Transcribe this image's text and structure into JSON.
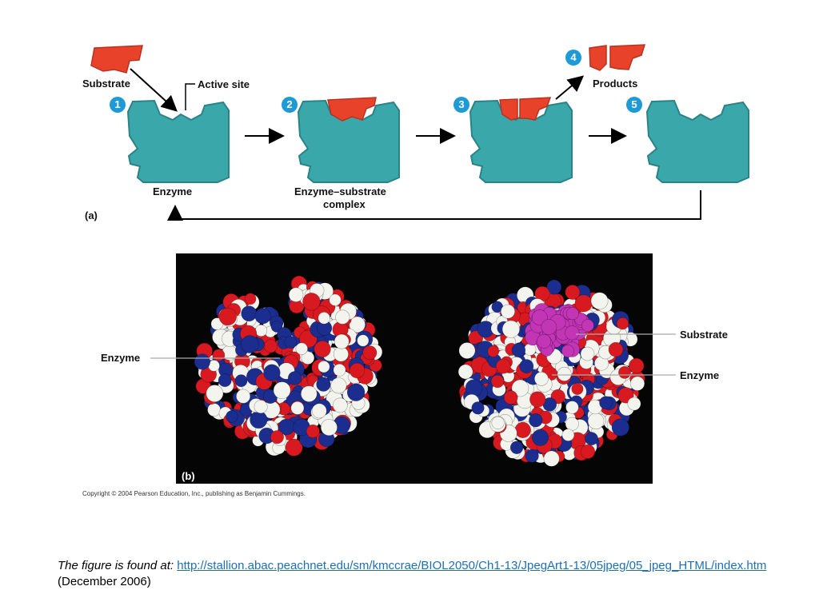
{
  "colors": {
    "enzyme": "#3aa7aa",
    "enzyme_dark": "#2a8386",
    "substrate": "#e8432a",
    "step_circle": "#1e9bd7",
    "panel_bg": "#050505",
    "atom_red": "#d81920",
    "atom_blue": "#1b2d8f",
    "atom_white": "#f4f4ef",
    "atom_magenta": "#c236b5",
    "link": "#1f6fb5"
  },
  "panel_a": {
    "label": "(a)",
    "steps": [
      "1",
      "2",
      "3",
      "4",
      "5"
    ],
    "labels": {
      "substrate": "Substrate",
      "active_site": "Active site",
      "products": "Products",
      "enzyme": "Enzyme",
      "complex_line1": "Enzyme–substrate",
      "complex_line2": "complex"
    }
  },
  "panel_b": {
    "label": "(b)",
    "labels": {
      "enzyme_left": "Enzyme",
      "substrate_right": "Substrate",
      "enzyme_right": "Enzyme"
    }
  },
  "copyright": "Copyright © 2004 Pearson Education, Inc., publishing as Benjamin Cummings.",
  "caption": {
    "prefix": "The figure is found at:",
    "link": "http://stallion.abac.peachnet.edu/sm/kmccrae/BIOL2050/Ch1-13/JpegArt1-13/05jpeg/05_jpeg_HTML/index.htm",
    "suffix": "(December 2006)"
  }
}
